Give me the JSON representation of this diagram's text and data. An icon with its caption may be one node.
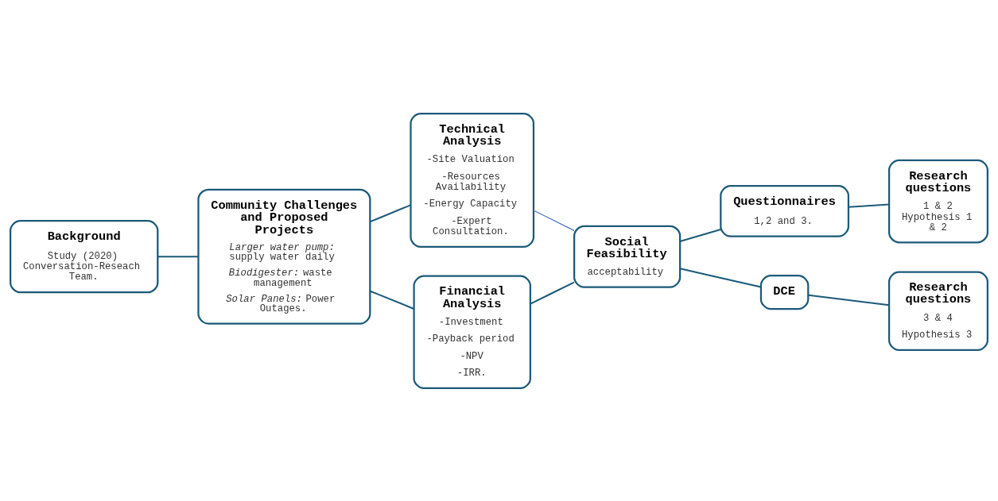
{
  "diagram": {
    "nodes": [
      {
        "text": [
          "Background",
          "Study (2020) Conversation-Reseach Team."
        ]
      },
      {
        "text": [
          "Community Challenges and Proposed Projects",
          "*Larger water pump:* supply water daily",
          "*Biodigester:* waste management",
          "*Solar Panels:* Power Outages."
        ]
      },
      {
        "text": [
          "Technical Analysis",
          "-Site Valuation",
          "-Resources Availability",
          "-Energy Capacity",
          "-Expert Consultation."
        ]
      },
      {
        "text": [
          "Financial Analysis",
          "-Investment",
          "-Payback period",
          "-NPV",
          "-IRR."
        ]
      },
      {
        "text": [
          "Social Feasibility",
          "acceptability"
        ]
      },
      {
        "text": [
          "Questionnaires",
          "1,2 and 3."
        ]
      },
      {
        "text": [
          "Research questions",
          "1 & 2 Hypothesis 1 & 2"
        ]
      },
      {
        "text": [
          "DCE"
        ]
      },
      {
        "text": [
          "Research questions",
          "3 & 4",
          "Hypothesis 3"
        ]
      }
    ],
    "edges": [
      {
        "from": 0,
        "to": 1,
        "arrow": "none"
      },
      {
        "from": 1,
        "to": 2,
        "arrow": "none"
      },
      {
        "from": 1,
        "to": 3,
        "arrow": "none"
      },
      {
        "from": 2,
        "to": 4,
        "arrow": "none",
        "color": "#4472c4"
      },
      {
        "from": 3,
        "to": 4,
        "arrow": "none"
      },
      {
        "from": 4,
        "to": 5,
        "arrow": "none"
      },
      {
        "from": 4,
        "to": 7,
        "arrow": "none"
      },
      {
        "from": 5,
        "to": 6,
        "arrow": "none"
      },
      {
        "from": 7,
        "to": 8,
        "arrow": "none"
      }
    ]
  }
}
